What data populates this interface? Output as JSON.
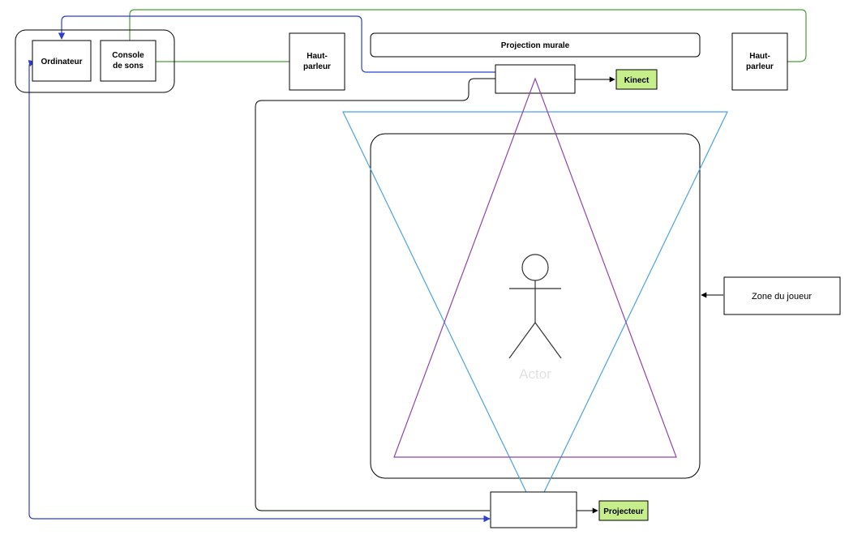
{
  "labels": {
    "ordinateur": "Ordinateur",
    "console_line1": "Console",
    "console_line2": "de sons",
    "haut_parleur_line1": "Haut-",
    "haut_parleur_line2": "parleur",
    "projection_murale": "Projection murale",
    "kinect": "Kinect",
    "zone_joueur": "Zone du joueur",
    "actor": "Actor",
    "projecteur": "Projecteur"
  },
  "colors": {
    "outline": "#000000",
    "blue_link": "#2e3fc9",
    "green_link": "#4c9a3a",
    "projector_beam": "#4aa3df",
    "kinect_field": "#8e44ad",
    "highlight_fill": "#c6ee8a"
  }
}
